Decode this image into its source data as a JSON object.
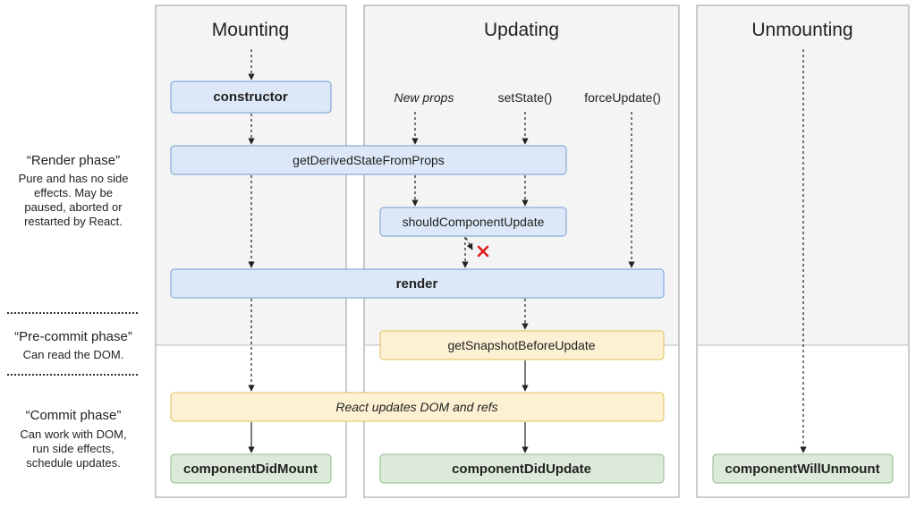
{
  "columns": {
    "mounting": "Mounting",
    "updating": "Updating",
    "unmounting": "Unmounting"
  },
  "phases": {
    "render": {
      "title": "“Render phase”",
      "desc": [
        "Pure and has no side",
        "effects. May be",
        "paused, aborted or",
        "restarted by React."
      ]
    },
    "precommit": {
      "title": "“Pre-commit phase”",
      "desc": [
        "Can read the DOM."
      ]
    },
    "commit": {
      "title": "“Commit phase”",
      "desc": [
        "Can work with DOM,",
        "run side effects,",
        "schedule updates."
      ]
    }
  },
  "triggers": {
    "new_props": "New props",
    "set_state": "setState()",
    "force_update": "forceUpdate()"
  },
  "nodes": {
    "constructor": "constructor",
    "get_derived": "getDerivedStateFromProps",
    "should_update": "shouldComponentUpdate",
    "render": "render",
    "get_snapshot": "getSnapshotBeforeUpdate",
    "react_updates": "React updates DOM and refs",
    "did_mount": "componentDidMount",
    "did_update": "componentDidUpdate",
    "will_unmount": "componentWillUnmount"
  },
  "colors": {
    "render_fill": "#dce8f8",
    "render_stroke": "#6f9bd3",
    "commit_fill": "#fcf1d2",
    "commit_stroke": "#e0bd5a",
    "finish_fill": "#dcebd9",
    "finish_stroke": "#8fb98a",
    "panel_fill": "#f4f4f4",
    "panel_stroke": "#9a9a9a",
    "stop_mark": "#e21b1b"
  }
}
